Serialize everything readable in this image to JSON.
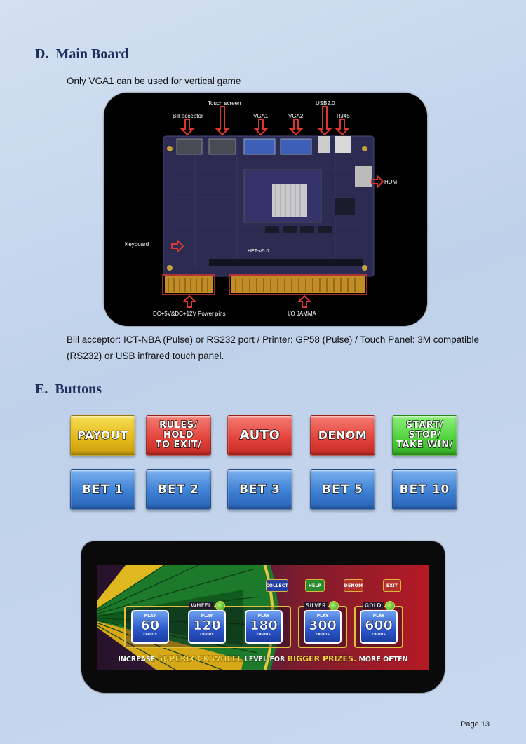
{
  "sections": {
    "main_board": {
      "letter": "D.",
      "title": "Main Board",
      "note": "Only VGA1 can be used for vertical game",
      "labels": {
        "touch_screen": "Touch screen",
        "bill_acceptor": "Bill acceptor",
        "vga1": "VGA1",
        "vga2": "VGA2",
        "usb": "USB2.0",
        "rj45": "RJ45",
        "hdmi": "HDMI",
        "keyboard": "Keyboard",
        "power_pins": "DC+5V&DC+12V Power pins",
        "io_jamma": "I/O JAMMA",
        "board_model": "HET-V5.0"
      },
      "description": "Bill acceptor: ICT-NBA (Pulse) or RS232 port / Printer: GP58 (Pulse) / Touch Panel: 3M compatible (RS232) or USB infrared touch panel."
    },
    "buttons": {
      "letter": "E.",
      "title": "Buttons",
      "row1": [
        {
          "label": "PAYOUT",
          "color": "#e5b91a"
        },
        {
          "label": "RULES/\nHOLD\nTO EXIT/",
          "color": "#e2413a"
        },
        {
          "label": "AUTO",
          "color": "#e2413a"
        },
        {
          "label": "DENOM",
          "color": "#e2413a"
        },
        {
          "label": "START/\nSTOP/\nTAKE WIN/",
          "color": "#4ed13b"
        }
      ],
      "row2": [
        {
          "label": "BET 1",
          "color": "#3d80d4"
        },
        {
          "label": "BET  2",
          "color": "#3d80d4"
        },
        {
          "label": "BET  3",
          "color": "#3d80d4"
        },
        {
          "label": "BET  5",
          "color": "#3d80d4"
        },
        {
          "label": "BET  10",
          "color": "#3d80d4"
        }
      ]
    },
    "game_screen": {
      "top_buttons": [
        "COLLECT",
        "HELP",
        "DENOM",
        "EXIT"
      ],
      "groups": [
        "WHEEL",
        "SILVER",
        "GOLD"
      ],
      "play_label": "PLAY",
      "credits_label": "CREDITS",
      "play_values": [
        "60",
        "120",
        "180",
        "300",
        "600"
      ],
      "tagline": {
        "part1": "INCREASE ",
        "highlight1": "SUPERLOCK WHEEL",
        "part2": " LEVEL FOR ",
        "highlight2": "BIGGER PRIZES.",
        "part3": " MORE OFTEN"
      }
    }
  },
  "footer": {
    "page": "Page  13"
  }
}
